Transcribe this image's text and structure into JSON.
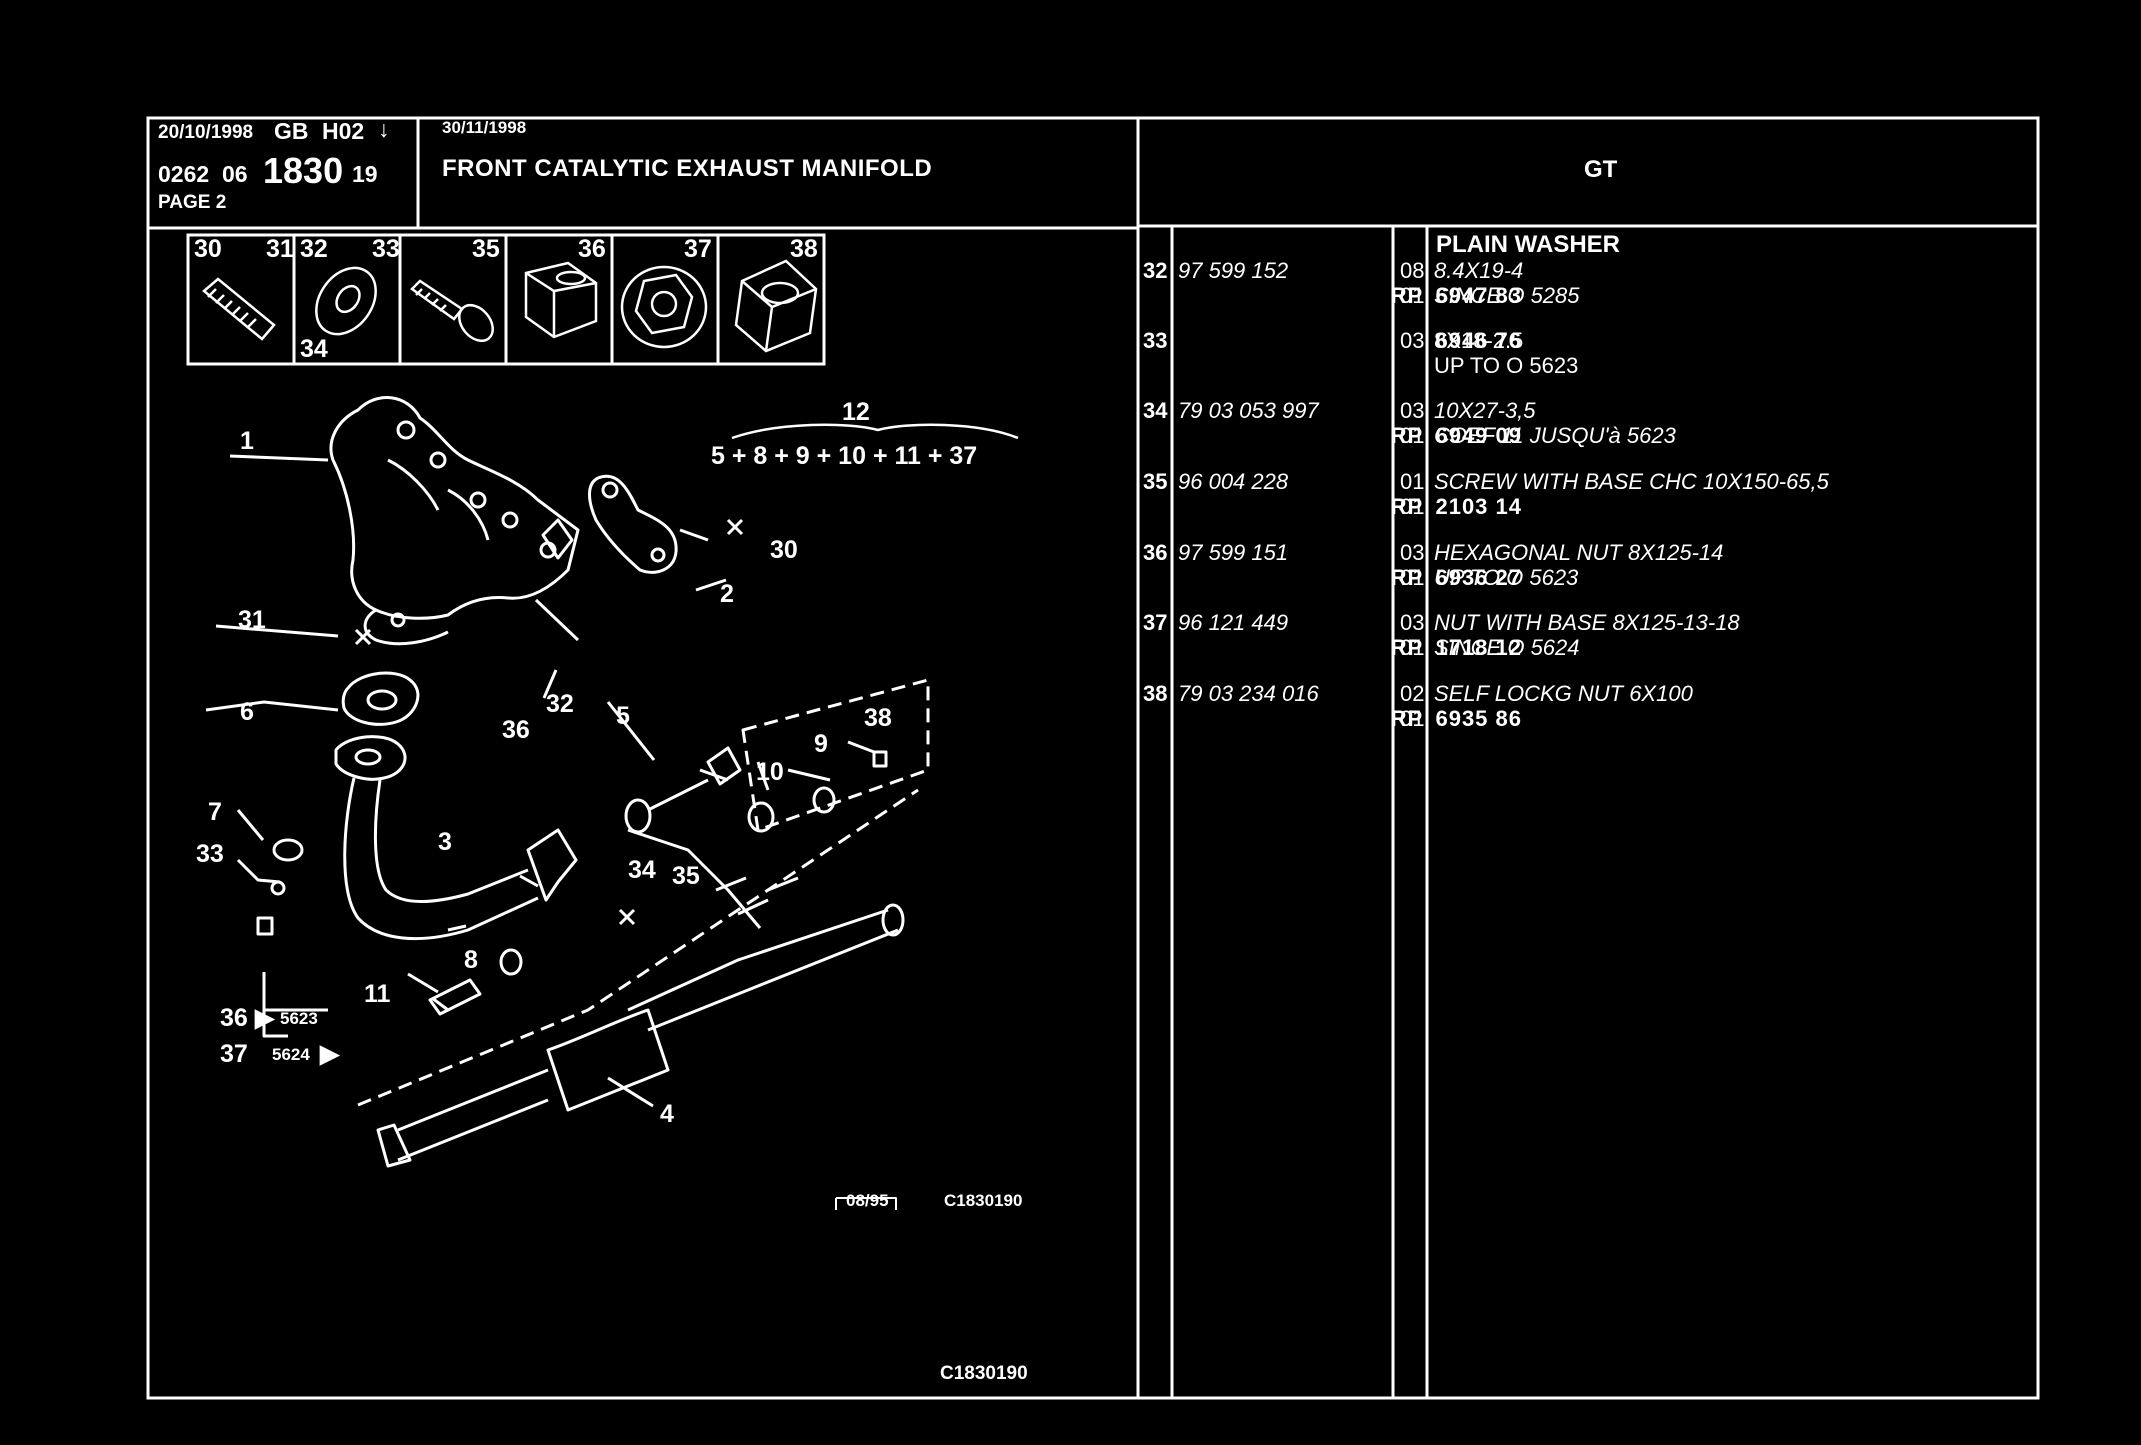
{
  "header": {
    "date1": "20/10/1998",
    "lang": "GB",
    "code": "H02",
    "arrow": "↓",
    "ref_a": "0262",
    "ref_b": "06",
    "ref_main": "1830",
    "ref_c": "19",
    "page": "PAGE 2",
    "date2": "30/11/1998",
    "title": "FRONT CATALYTIC EXHAUST MANIFOLD",
    "model": "GT"
  },
  "thumbnails": [
    {
      "nums": [
        "30",
        "31"
      ],
      "icon": "stud-icon"
    },
    {
      "nums": [
        "32",
        "33",
        "34"
      ],
      "icon": "washer-icon"
    },
    {
      "nums": [
        "35"
      ],
      "icon": "screw-icon"
    },
    {
      "nums": [
        "36"
      ],
      "icon": "hex-nut-icon"
    },
    {
      "nums": [
        "37"
      ],
      "icon": "flange-nut-icon"
    },
    {
      "nums": [
        "38"
      ],
      "icon": "lock-nut-icon"
    }
  ],
  "diagram": {
    "group_num": "12",
    "group_formula": "5 + 8 + 9 + 10 + 11 + 37",
    "labels": [
      "1",
      "2",
      "3",
      "4",
      "5",
      "6",
      "7",
      "8",
      "9",
      "10",
      "11",
      "30",
      "31",
      "32",
      "33",
      "34",
      "35",
      "36",
      "38"
    ],
    "note_36": "36",
    "note_36_code": "5623",
    "note_37": "37",
    "note_37_code": "5624",
    "date_box": "08/95",
    "code_small": "C1830190",
    "code_bottom": "C1830190"
  },
  "parts": [
    {
      "ref": "32",
      "pn": "97 599 152",
      "rp_prefix": "RP",
      "rp": "6947 83",
      "q1": "08",
      "q2": "01",
      "name": "PLAIN WASHER",
      "d1": "8.4X19-4",
      "d2": "SINCE O 5285"
    },
    {
      "ref": "33",
      "pn": "",
      "rp_prefix": "",
      "rp": "6946 76",
      "q1": "03",
      "q2": "",
      "name": "",
      "d1": "8X18-2.5",
      "d2": "UP TO O 5623"
    },
    {
      "ref": "34",
      "pn": "79 03 053 997",
      "rp_prefix": "RP",
      "rp": "6949 09",
      "q1": "03",
      "q2": "01",
      "name": "",
      "d1": "10X27-3,5",
      "d2": "COEF 11 JUSQU'à 5623"
    },
    {
      "ref": "35",
      "pn": "96 004 228",
      "rp_prefix": "RP",
      "rp": "2103 14",
      "q1": "01",
      "q2": "01",
      "name": "",
      "d1": "SCREW WITH BASE CHC 10X150-65,5",
      "d2": ""
    },
    {
      "ref": "36",
      "pn": "97 599 151",
      "rp_prefix": "RP",
      "rp": "6936 27",
      "q1": "03",
      "q2": "01",
      "name": "",
      "d1": "HEXAGONAL NUT 8X125-14",
      "d2": "UP TO O 5623"
    },
    {
      "ref": "37",
      "pn": "96 121 449",
      "rp_prefix": "RP",
      "rp": "1718 12",
      "q1": "03",
      "q2": "01",
      "name": "",
      "d1": "NUT WITH BASE 8X125-13-18",
      "d2": "SINCE O 5624"
    },
    {
      "ref": "38",
      "pn": "79 03 234 016",
      "rp_prefix": "RP",
      "rp": "6935 86",
      "q1": "02",
      "q2": "01",
      "name": "",
      "d1": "SELF LOCKG NUT 6X100",
      "d2": ""
    }
  ]
}
